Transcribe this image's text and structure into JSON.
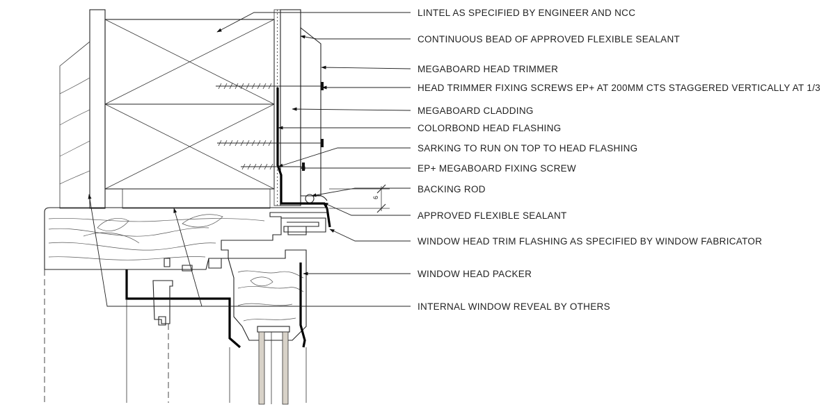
{
  "labels": [
    "LINTEL AS SPECIFIED BY ENGINEER AND NCC",
    "CONTINUOUS BEAD OF APPROVED FLEXIBLE SEALANT",
    "MEGABOARD HEAD TRIMMER",
    "HEAD TRIMMER FIXING SCREWS EP+ AT 200MM CTS STAGGERED VERTICALLY AT 1/3",
    "MEGABOARD CLADDING",
    "COLORBOND HEAD FLASHING",
    "SARKING TO RUN ON TOP TO HEAD FLASHING",
    "EP+ MEGABOARD FIXING SCREW",
    "BACKING ROD",
    "APPROVED FLEXIBLE SEALANT",
    "WINDOW HEAD TRIM FLASHING AS SPECIFIED BY WINDOW FABRICATOR",
    "WINDOW HEAD PACKER",
    "INTERNAL WINDOW REVEAL BY OTHERS"
  ],
  "dimension": {
    "value": "6"
  },
  "colors": {
    "line": "#000000",
    "glass": "#d8d2c8"
  }
}
